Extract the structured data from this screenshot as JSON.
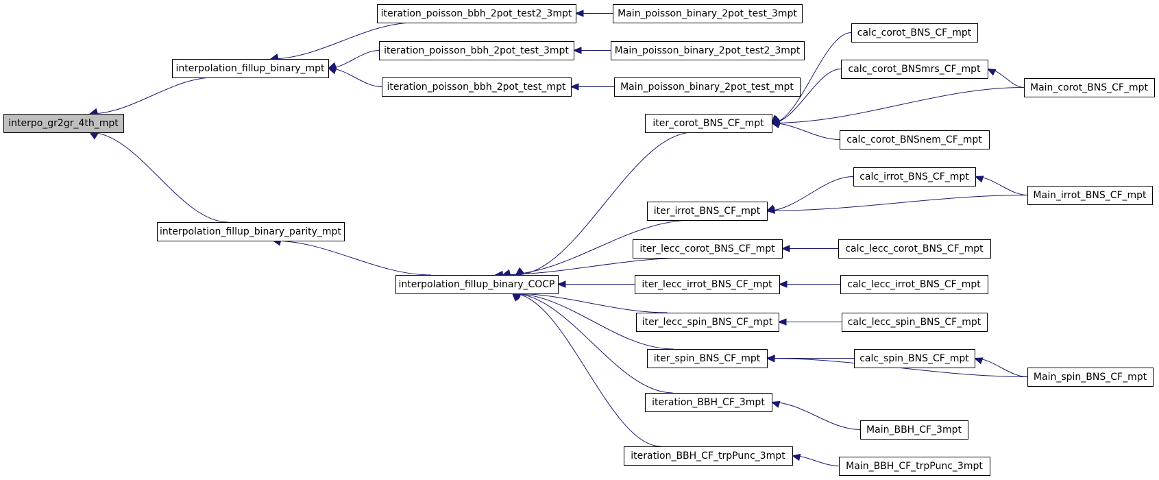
{
  "colors": {
    "edge": "#191970",
    "root_fill": "#bfbfbf",
    "node_fill": "#ffffff",
    "node_stroke": "#000000"
  },
  "nodes": [
    {
      "id": "interpo_gr2gr_4th_mpt",
      "label": "interpo_gr2gr_4th_mpt",
      "root": true
    },
    {
      "id": "interpolation_fillup_binary_mpt",
      "label": "interpolation_fillup_binary_mpt"
    },
    {
      "id": "interpolation_fillup_binary_parity_mpt",
      "label": "interpolation_fillup_binary_parity_mpt"
    },
    {
      "id": "iteration_poisson_bbh_2pot_test2_3mpt",
      "label": "iteration_poisson_bbh_2pot_test2_3mpt"
    },
    {
      "id": "iteration_poisson_bbh_2pot_test_3mpt",
      "label": "iteration_poisson_bbh_2pot_test_3mpt"
    },
    {
      "id": "iteration_poisson_bbh_2pot_test_mpt",
      "label": "iteration_poisson_bbh_2pot_test_mpt"
    },
    {
      "id": "Main_poisson_binary_2pot_test_3mpt",
      "label": "Main_poisson_binary_2pot_test_3mpt"
    },
    {
      "id": "Main_poisson_binary_2pot_test2_3mpt",
      "label": "Main_poisson_binary_2pot_test2_3mpt"
    },
    {
      "id": "Main_poisson_binary_2pot_test_mpt",
      "label": "Main_poisson_binary_2pot_test_mpt"
    },
    {
      "id": "interpolation_fillup_binary_COCP",
      "label": "interpolation_fillup_binary_COCP"
    },
    {
      "id": "iter_corot_BNS_CF_mpt",
      "label": "iter_corot_BNS_CF_mpt"
    },
    {
      "id": "iter_irrot_BNS_CF_mpt",
      "label": "iter_irrot_BNS_CF_mpt"
    },
    {
      "id": "iter_lecc_corot_BNS_CF_mpt",
      "label": "iter_lecc_corot_BNS_CF_mpt"
    },
    {
      "id": "iter_lecc_irrot_BNS_CF_mpt",
      "label": "iter_lecc_irrot_BNS_CF_mpt"
    },
    {
      "id": "iter_lecc_spin_BNS_CF_mpt",
      "label": "iter_lecc_spin_BNS_CF_mpt"
    },
    {
      "id": "iter_spin_BNS_CF_mpt",
      "label": "iter_spin_BNS_CF_mpt"
    },
    {
      "id": "iteration_BBH_CF_3mpt",
      "label": "iteration_BBH_CF_3mpt"
    },
    {
      "id": "iteration_BBH_CF_trpPunc_3mpt",
      "label": "iteration_BBH_CF_trpPunc_3mpt"
    },
    {
      "id": "calc_corot_BNS_CF_mpt",
      "label": "calc_corot_BNS_CF_mpt"
    },
    {
      "id": "calc_corot_BNSmrs_CF_mpt",
      "label": "calc_corot_BNSmrs_CF_mpt"
    },
    {
      "id": "calc_corot_BNSnem_CF_mpt",
      "label": "calc_corot_BNSnem_CF_mpt"
    },
    {
      "id": "calc_irrot_BNS_CF_mpt",
      "label": "calc_irrot_BNS_CF_mpt"
    },
    {
      "id": "calc_lecc_corot_BNS_CF_mpt",
      "label": "calc_lecc_corot_BNS_CF_mpt"
    },
    {
      "id": "calc_lecc_irrot_BNS_CF_mpt",
      "label": "calc_lecc_irrot_BNS_CF_mpt"
    },
    {
      "id": "calc_lecc_spin_BNS_CF_mpt",
      "label": "calc_lecc_spin_BNS_CF_mpt"
    },
    {
      "id": "calc_spin_BNS_CF_mpt",
      "label": "calc_spin_BNS_CF_mpt"
    },
    {
      "id": "Main_BBH_CF_3mpt",
      "label": "Main_BBH_CF_3mpt"
    },
    {
      "id": "Main_BBH_CF_trpPunc_3mpt",
      "label": "Main_BBH_CF_trpPunc_3mpt"
    },
    {
      "id": "Main_corot_BNS_CF_mpt",
      "label": "Main_corot_BNS_CF_mpt"
    },
    {
      "id": "Main_irrot_BNS_CF_mpt",
      "label": "Main_irrot_BNS_CF_mpt"
    },
    {
      "id": "Main_spin_BNS_CF_mpt",
      "label": "Main_spin_BNS_CF_mpt"
    }
  ],
  "edges": [
    {
      "from": "interpolation_fillup_binary_mpt",
      "to": "interpo_gr2gr_4th_mpt"
    },
    {
      "from": "interpolation_fillup_binary_parity_mpt",
      "to": "interpo_gr2gr_4th_mpt"
    },
    {
      "from": "iteration_poisson_bbh_2pot_test2_3mpt",
      "to": "interpolation_fillup_binary_mpt"
    },
    {
      "from": "iteration_poisson_bbh_2pot_test_3mpt",
      "to": "interpolation_fillup_binary_mpt"
    },
    {
      "from": "iteration_poisson_bbh_2pot_test_mpt",
      "to": "interpolation_fillup_binary_mpt"
    },
    {
      "from": "Main_poisson_binary_2pot_test_3mpt",
      "to": "iteration_poisson_bbh_2pot_test2_3mpt"
    },
    {
      "from": "Main_poisson_binary_2pot_test2_3mpt",
      "to": "iteration_poisson_bbh_2pot_test_3mpt"
    },
    {
      "from": "Main_poisson_binary_2pot_test_mpt",
      "to": "iteration_poisson_bbh_2pot_test_mpt"
    },
    {
      "from": "interpolation_fillup_binary_COCP",
      "to": "interpolation_fillup_binary_parity_mpt"
    },
    {
      "from": "iter_corot_BNS_CF_mpt",
      "to": "interpolation_fillup_binary_COCP"
    },
    {
      "from": "iter_irrot_BNS_CF_mpt",
      "to": "interpolation_fillup_binary_COCP"
    },
    {
      "from": "iter_lecc_corot_BNS_CF_mpt",
      "to": "interpolation_fillup_binary_COCP"
    },
    {
      "from": "iter_lecc_irrot_BNS_CF_mpt",
      "to": "interpolation_fillup_binary_COCP"
    },
    {
      "from": "iter_lecc_spin_BNS_CF_mpt",
      "to": "interpolation_fillup_binary_COCP"
    },
    {
      "from": "iter_spin_BNS_CF_mpt",
      "to": "interpolation_fillup_binary_COCP"
    },
    {
      "from": "iteration_BBH_CF_3mpt",
      "to": "interpolation_fillup_binary_COCP"
    },
    {
      "from": "iteration_BBH_CF_trpPunc_3mpt",
      "to": "interpolation_fillup_binary_COCP"
    },
    {
      "from": "calc_corot_BNS_CF_mpt",
      "to": "iter_corot_BNS_CF_mpt"
    },
    {
      "from": "calc_corot_BNSmrs_CF_mpt",
      "to": "iter_corot_BNS_CF_mpt"
    },
    {
      "from": "Main_corot_BNS_CF_mpt",
      "to": "iter_corot_BNS_CF_mpt"
    },
    {
      "from": "calc_corot_BNSnem_CF_mpt",
      "to": "iter_corot_BNS_CF_mpt"
    },
    {
      "from": "Main_corot_BNS_CF_mpt",
      "to": "calc_corot_BNSmrs_CF_mpt"
    },
    {
      "from": "calc_irrot_BNS_CF_mpt",
      "to": "iter_irrot_BNS_CF_mpt"
    },
    {
      "from": "Main_irrot_BNS_CF_mpt",
      "to": "iter_irrot_BNS_CF_mpt"
    },
    {
      "from": "Main_irrot_BNS_CF_mpt",
      "to": "calc_irrot_BNS_CF_mpt"
    },
    {
      "from": "calc_lecc_corot_BNS_CF_mpt",
      "to": "iter_lecc_corot_BNS_CF_mpt"
    },
    {
      "from": "calc_lecc_irrot_BNS_CF_mpt",
      "to": "iter_lecc_irrot_BNS_CF_mpt"
    },
    {
      "from": "calc_lecc_spin_BNS_CF_mpt",
      "to": "iter_lecc_spin_BNS_CF_mpt"
    },
    {
      "from": "calc_spin_BNS_CF_mpt",
      "to": "iter_spin_BNS_CF_mpt"
    },
    {
      "from": "Main_spin_BNS_CF_mpt",
      "to": "iter_spin_BNS_CF_mpt"
    },
    {
      "from": "Main_spin_BNS_CF_mpt",
      "to": "calc_spin_BNS_CF_mpt"
    },
    {
      "from": "Main_BBH_CF_3mpt",
      "to": "iteration_BBH_CF_3mpt"
    },
    {
      "from": "Main_BBH_CF_trpPunc_3mpt",
      "to": "iteration_BBH_CF_trpPunc_3mpt"
    }
  ]
}
